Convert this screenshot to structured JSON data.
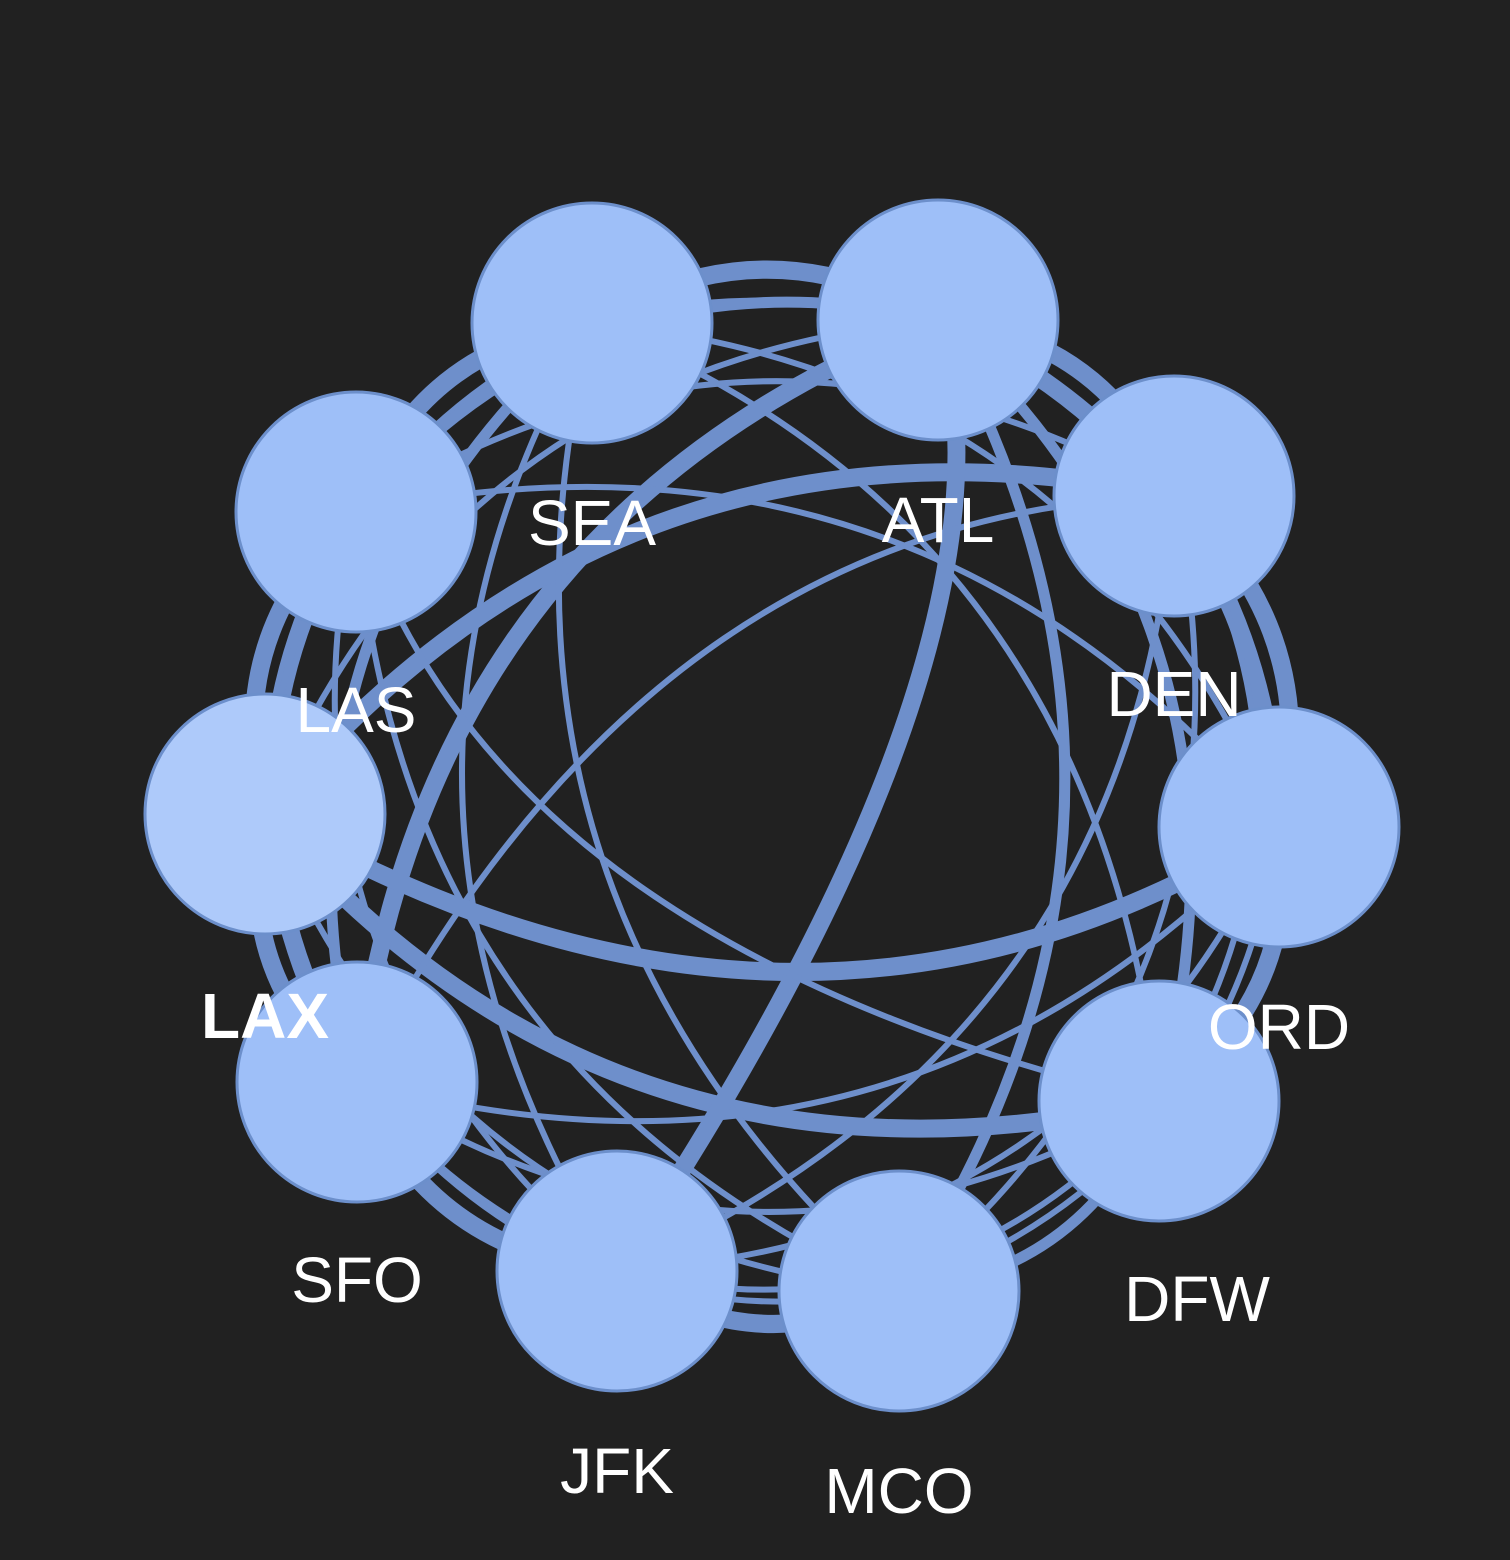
{
  "background": "#212121",
  "colors": {
    "node_fill": "#9ebff8",
    "node_fill_highlight": "#aecafa",
    "node_stroke": "#6c8fcb",
    "edge": "#6e8fcb",
    "label": "#ffffff"
  },
  "nodes": [
    {
      "id": "SEA",
      "label": "SEA",
      "highlight": false
    },
    {
      "id": "ATL",
      "label": "ATL",
      "highlight": false
    },
    {
      "id": "DEN",
      "label": "DEN",
      "highlight": false
    },
    {
      "id": "ORD",
      "label": "ORD",
      "highlight": false
    },
    {
      "id": "DFW",
      "label": "DFW",
      "highlight": false
    },
    {
      "id": "MCO",
      "label": "MCO",
      "highlight": false
    },
    {
      "id": "JFK",
      "label": "JFK",
      "highlight": false
    },
    {
      "id": "SFO",
      "label": "SFO",
      "highlight": false
    },
    {
      "id": "LAX",
      "label": "LAX",
      "highlight": true
    },
    {
      "id": "LAS",
      "label": "LAS",
      "highlight": false
    }
  ],
  "edges": [
    {
      "from": "SEA",
      "to": "ATL",
      "weight": "heavy"
    },
    {
      "from": "ATL",
      "to": "DEN",
      "weight": "heavy"
    },
    {
      "from": "DEN",
      "to": "ORD",
      "weight": "heavy"
    },
    {
      "from": "ORD",
      "to": "DFW",
      "weight": "heavy"
    },
    {
      "from": "DFW",
      "to": "MCO",
      "weight": "medium"
    },
    {
      "from": "MCO",
      "to": "JFK",
      "weight": "heavy"
    },
    {
      "from": "JFK",
      "to": "SFO",
      "weight": "heavy"
    },
    {
      "from": "SFO",
      "to": "LAX",
      "weight": "heavy"
    },
    {
      "from": "LAX",
      "to": "LAS",
      "weight": "heavy"
    },
    {
      "from": "LAS",
      "to": "SEA",
      "weight": "heavy"
    },
    {
      "from": "SEA",
      "to": "DEN",
      "weight": "light"
    },
    {
      "from": "ATL",
      "to": "ORD",
      "weight": "heavy"
    },
    {
      "from": "DEN",
      "to": "DFW",
      "weight": "light"
    },
    {
      "from": "ORD",
      "to": "MCO",
      "weight": "light"
    },
    {
      "from": "DFW",
      "to": "JFK",
      "weight": "light"
    },
    {
      "from": "MCO",
      "to": "SFO",
      "weight": "light"
    },
    {
      "from": "JFK",
      "to": "LAX",
      "weight": "light"
    },
    {
      "from": "SFO",
      "to": "LAS",
      "weight": "heavy"
    },
    {
      "from": "LAX",
      "to": "SEA",
      "weight": "light"
    },
    {
      "from": "LAS",
      "to": "ATL",
      "weight": "medium"
    },
    {
      "from": "SEA",
      "to": "ORD",
      "weight": "light"
    },
    {
      "from": "ATL",
      "to": "DFW",
      "weight": "medium"
    },
    {
      "from": "DEN",
      "to": "MCO",
      "weight": "light"
    },
    {
      "from": "ORD",
      "to": "JFK",
      "weight": "light"
    },
    {
      "from": "DFW",
      "to": "SFO",
      "weight": "light"
    },
    {
      "from": "MCO",
      "to": "LAX",
      "weight": "light"
    },
    {
      "from": "JFK",
      "to": "LAS",
      "weight": "light"
    },
    {
      "from": "SFO",
      "to": "SEA",
      "weight": "medium"
    },
    {
      "from": "LAX",
      "to": "ATL",
      "weight": "light"
    },
    {
      "from": "LAS",
      "to": "DEN",
      "weight": "light"
    },
    {
      "from": "SEA",
      "to": "DFW",
      "weight": "light"
    },
    {
      "from": "ATL",
      "to": "MCO",
      "weight": "medium"
    },
    {
      "from": "DEN",
      "to": "JFK",
      "weight": "light"
    },
    {
      "from": "ORD",
      "to": "SFO",
      "weight": "light"
    },
    {
      "from": "DFW",
      "to": "LAX",
      "weight": "heavy"
    },
    {
      "from": "MCO",
      "to": "LAS",
      "weight": "light"
    },
    {
      "from": "JFK",
      "to": "SEA",
      "weight": "light"
    },
    {
      "from": "SFO",
      "to": "ATL",
      "weight": "heavy"
    },
    {
      "from": "LAX",
      "to": "DEN",
      "weight": "heavy"
    },
    {
      "from": "LAS",
      "to": "ORD",
      "weight": "light"
    },
    {
      "from": "SEA",
      "to": "MCO",
      "weight": "light"
    },
    {
      "from": "ATL",
      "to": "JFK",
      "weight": "heavy"
    },
    {
      "from": "DEN",
      "to": "SFO",
      "weight": "light"
    },
    {
      "from": "ORD",
      "to": "LAX",
      "weight": "heavy"
    },
    {
      "from": "DFW",
      "to": "LAS",
      "weight": "light"
    }
  ]
}
